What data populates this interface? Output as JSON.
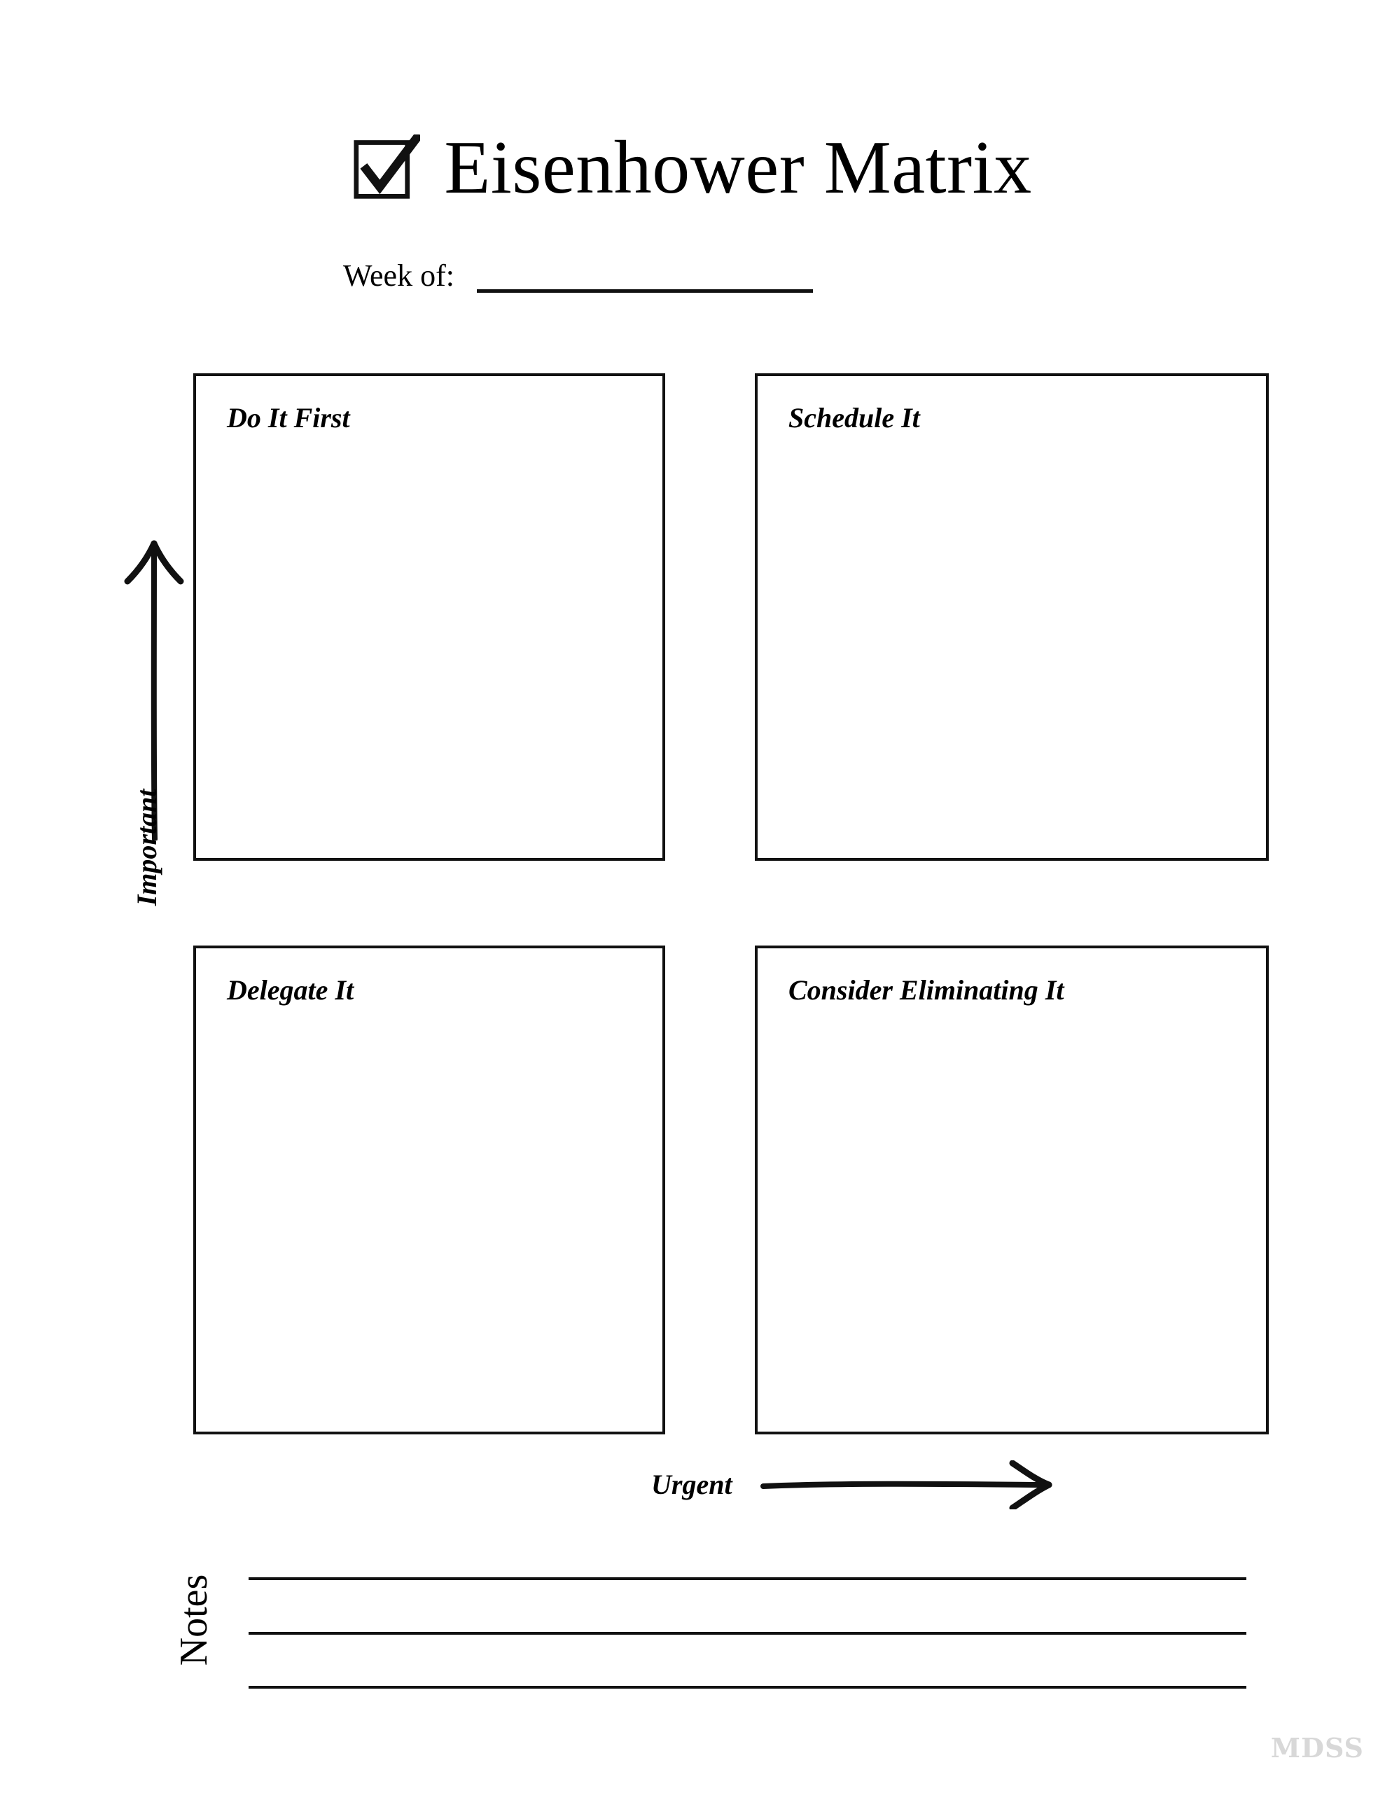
{
  "header": {
    "title": "Eisenhower Matrix",
    "checkbox_icon": "checked-checkbox-icon"
  },
  "week_of": {
    "label": "Week of:",
    "value": ""
  },
  "matrix": {
    "quadrants": [
      {
        "id": "do-it-first",
        "label": "Do It First",
        "content": ""
      },
      {
        "id": "schedule-it",
        "label": "Schedule It",
        "content": ""
      },
      {
        "id": "delegate-it",
        "label": "Delegate It",
        "content": ""
      },
      {
        "id": "eliminate-it",
        "label": "Consider Eliminating It",
        "content": ""
      }
    ],
    "axes": {
      "vertical": {
        "label": "Important",
        "icon": "up-arrow-icon"
      },
      "horizontal": {
        "label": "Urgent",
        "icon": "right-arrow-icon"
      }
    }
  },
  "notes": {
    "label": "Notes",
    "lines": [
      "",
      "",
      ""
    ]
  },
  "watermark": {
    "text": "MDSS"
  },
  "colors": {
    "ink": "#111111",
    "page": "#ffffff",
    "watermark": "#d8d8d8"
  }
}
